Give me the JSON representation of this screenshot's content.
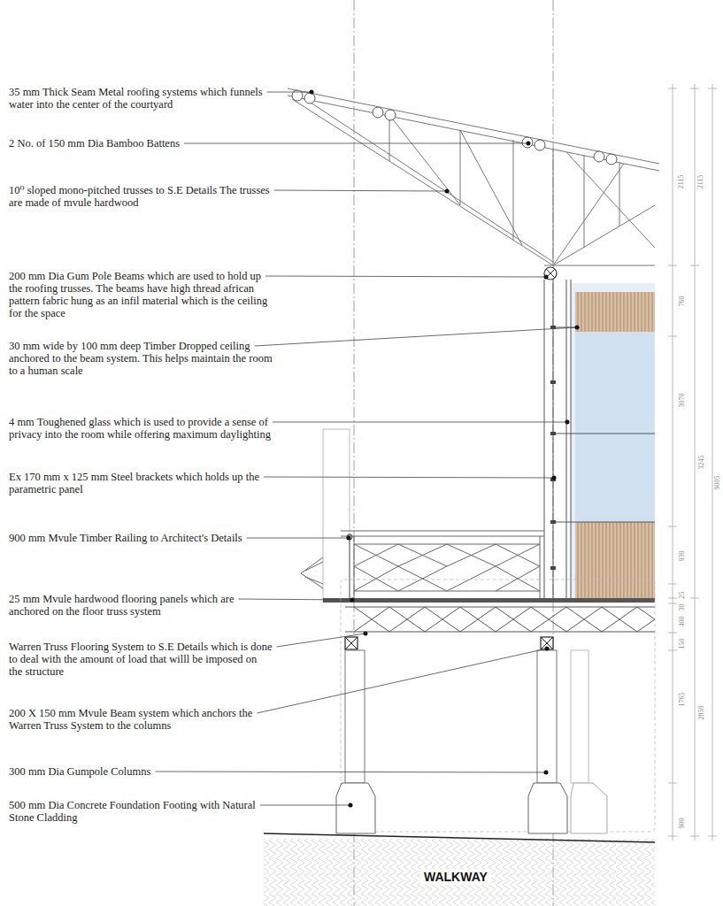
{
  "diagram": {
    "labels": [
      "35 mm Thick Seam Metal roofing systems which funnels water into the center of the courtyard",
      "2 No. of 150 mm Dia Bamboo Battens",
      "10⁰ sloped mono-pitched trusses to S.E Details The trusses are made of mvule hardwood",
      "200 mm Dia Gum Pole Beams which are used to hold up the roofing trusses. The beams have high thread african pattern fabric hung as an infil material which is the ceiling for the space",
      "30 mm wide by 100 mm deep Timber Dropped ceiling anchored to the beam system. This helps maintain the room to a human scale",
      "4 mm Toughened glass which is used to provide a sense of privacy into the room while offering maximum daylighting",
      "Ex 170 mm x 125 mm Steel brackets which holds up the parametric panel",
      "900 mm Mvule Timber Railing to Architect's Details",
      "25 mm Mvule hardwood flooring panels which are anchored on the floor truss system",
      "Warren Truss Flooring System to S.E Details which is done to deal with the amount of load that willl be imposed on the structure",
      "200 X 150 mm Mvule Beam system which anchors the Warren Truss System to the columns",
      "300 mm Dia Gumpole Columns",
      "500 mm Dia Concrete Foundation Footing with Natural Stone Cladding",
      "2115",
      "2115",
      "760",
      "3070",
      "3245",
      "9005",
      "930",
      "25",
      "30",
      "400",
      "150",
      "1765",
      "2850",
      "900",
      "WALKWAY"
    ]
  }
}
